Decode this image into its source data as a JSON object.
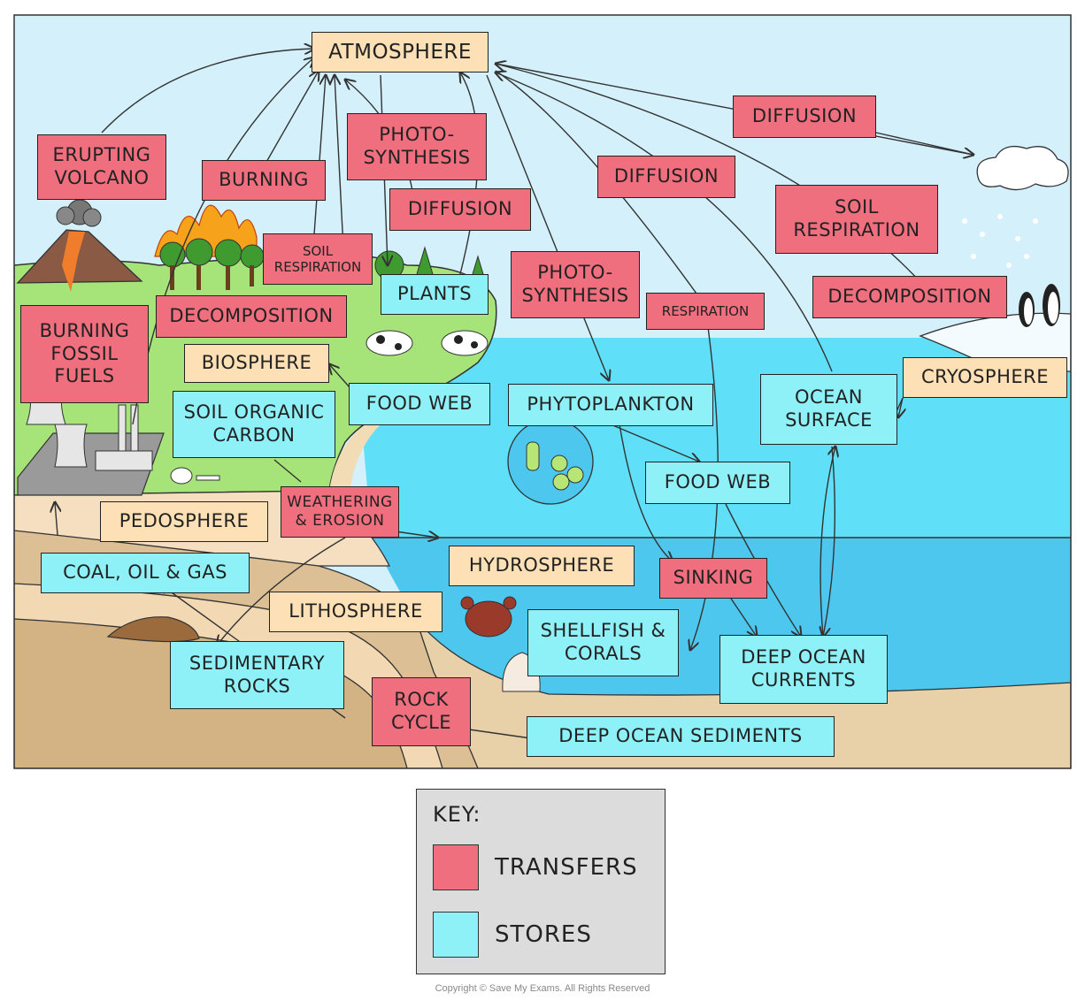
{
  "colors": {
    "transfer": "#ef6f7f",
    "store": "#8ff1f8",
    "sphere": "#fde0b5",
    "sky": "#d3f0fb",
    "grass": "#a6e47a",
    "ocean_surface": "#5fe0f8",
    "ocean_deep": "#4ec7ef",
    "sediment": "#dcbf94"
  },
  "labels": {
    "atmosphere": "ATMOSPHERE",
    "erupting_volcano": "ERUPTING\nVOLCANO",
    "burning": "BURNING",
    "photosynthesis_land": "PHOTO-\nSYNTHESIS",
    "diffusion_land": "DIFFUSION",
    "diffusion_top": "DIFFUSION",
    "diffusion_mid": "DIFFUSION",
    "soil_respiration_small": "SOIL\nRESPIRATION",
    "soil_respiration_right": "SOIL\nRESPIRATION",
    "plants": "PLANTS",
    "photosynthesis_ocean": "PHOTO-\nSYNTHESIS",
    "respiration": "RESPIRATION",
    "decomposition_right": "DECOMPOSITION",
    "burning_fossil_fuels": "BURNING\nFOSSIL\nFUELS",
    "decomposition_left": "DECOMPOSITION",
    "biosphere": "BIOSPHERE",
    "food_web_land": "FOOD WEB",
    "phytoplankton": "PHYTOPLANKTON",
    "ocean_surface": "OCEAN\nSURFACE",
    "cryosphere": "CRYOSPHERE",
    "soil_organic_carbon": "SOIL ORGANIC\nCARBON",
    "food_web_ocean": "FOOD WEB",
    "pedosphere": "PEDOSPHERE",
    "weathering_erosion": "WEATHERING\n& EROSION",
    "coal_oil_gas": "COAL, OIL & GAS",
    "hydrosphere": "HYDROSPHERE",
    "sinking": "SINKING",
    "lithosphere": "LITHOSPHERE",
    "shellfish_corals": "SHELLFISH &\nCORALS",
    "deep_ocean_currents": "DEEP OCEAN\nCURRENTS",
    "sedimentary_rocks": "SEDIMENTARY\nROCKS",
    "rock_cycle": "ROCK\nCYCLE",
    "deep_ocean_sediments": "DEEP OCEAN SEDIMENTS"
  },
  "key": {
    "title": "KEY:",
    "transfers": "TRANSFERS",
    "stores": "STORES"
  },
  "copyright": "Copyright © Save My Exams. All Rights Reserved"
}
